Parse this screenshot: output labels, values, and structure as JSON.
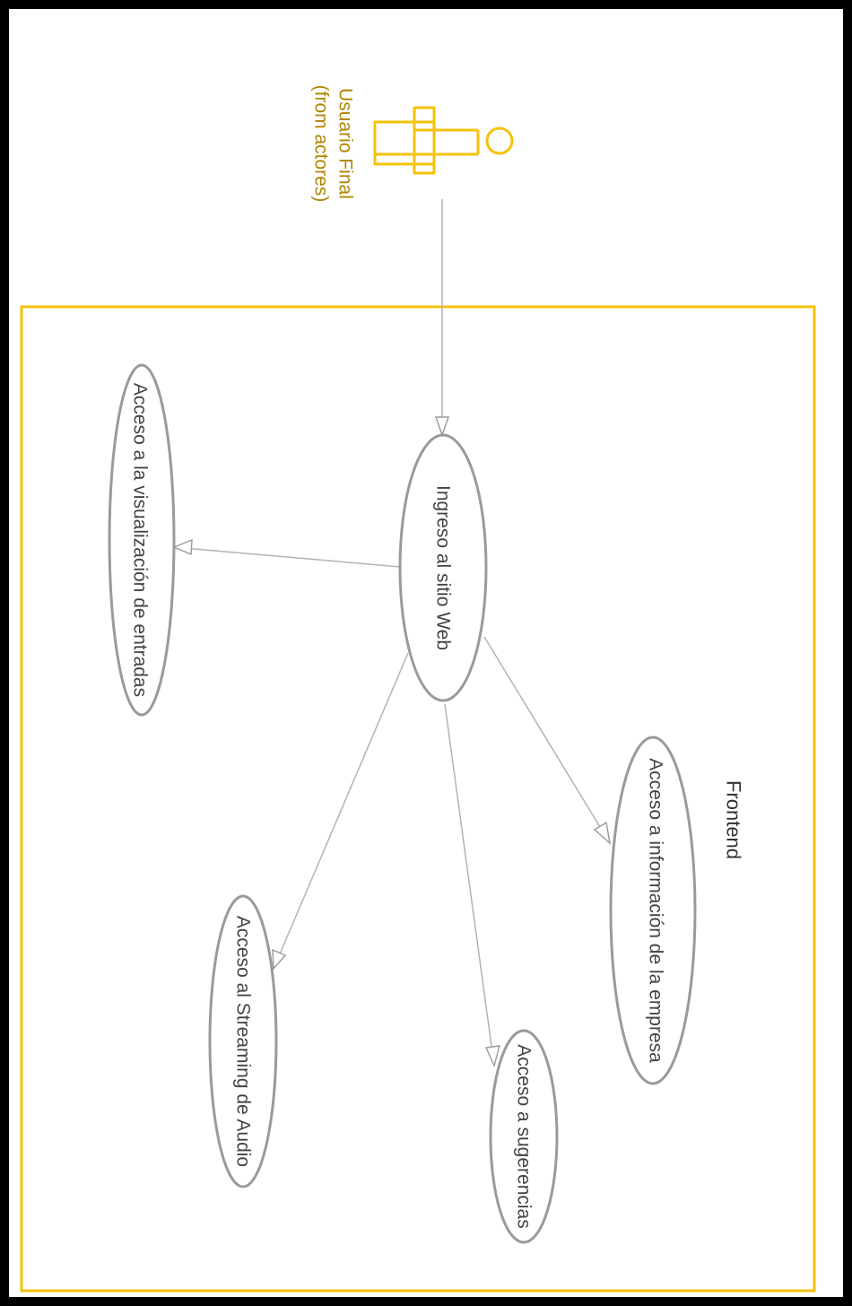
{
  "diagram": {
    "actor": {
      "name": "Usuario Final",
      "source": "(from actores)"
    },
    "boundary": {
      "label": "Frontend"
    },
    "use_cases": {
      "ingreso": "Ingreso al sitio Web",
      "visualizacion": "Acceso a la visualización de entradas",
      "informacion": "Acceso a información de la empresa",
      "sugerencias": "Acceso a sugerencias",
      "streaming": "Acceso al Streaming de Audio"
    },
    "colors": {
      "boundary": "#f5c20a",
      "actor": "#f5c20a",
      "actor_text": "#b08500",
      "use_case_border": "#9a9a9a",
      "frame": "#000000"
    }
  }
}
